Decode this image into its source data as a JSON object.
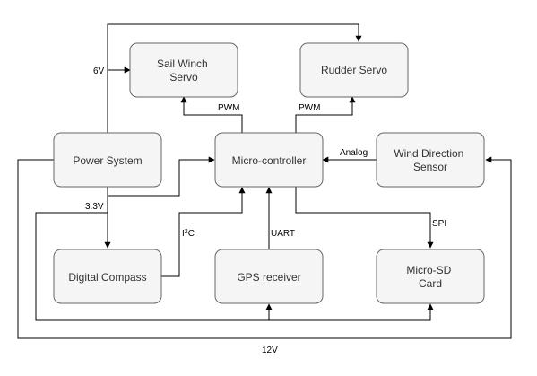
{
  "blocks": {
    "sail_winch": [
      "Sail Winch",
      "Servo"
    ],
    "rudder": [
      "Rudder Servo"
    ],
    "power": [
      "Power System"
    ],
    "micro": [
      "Micro-controller"
    ],
    "wind": [
      "Wind Direction",
      "Sensor"
    ],
    "compass": [
      "Digital Compass"
    ],
    "gps": [
      "GPS receiver"
    ],
    "sd": [
      "Micro-SD",
      "Card"
    ]
  },
  "labels": {
    "v6": "6V",
    "pwm_sail": "PWM",
    "pwm_rudder": "PWM",
    "analog": "Analog",
    "v33": "3.3V",
    "i2c_main": "I",
    "i2c_sup": "2",
    "i2c_tail": "C",
    "uart": "UART",
    "spi": "SPI",
    "v12": "12V"
  }
}
